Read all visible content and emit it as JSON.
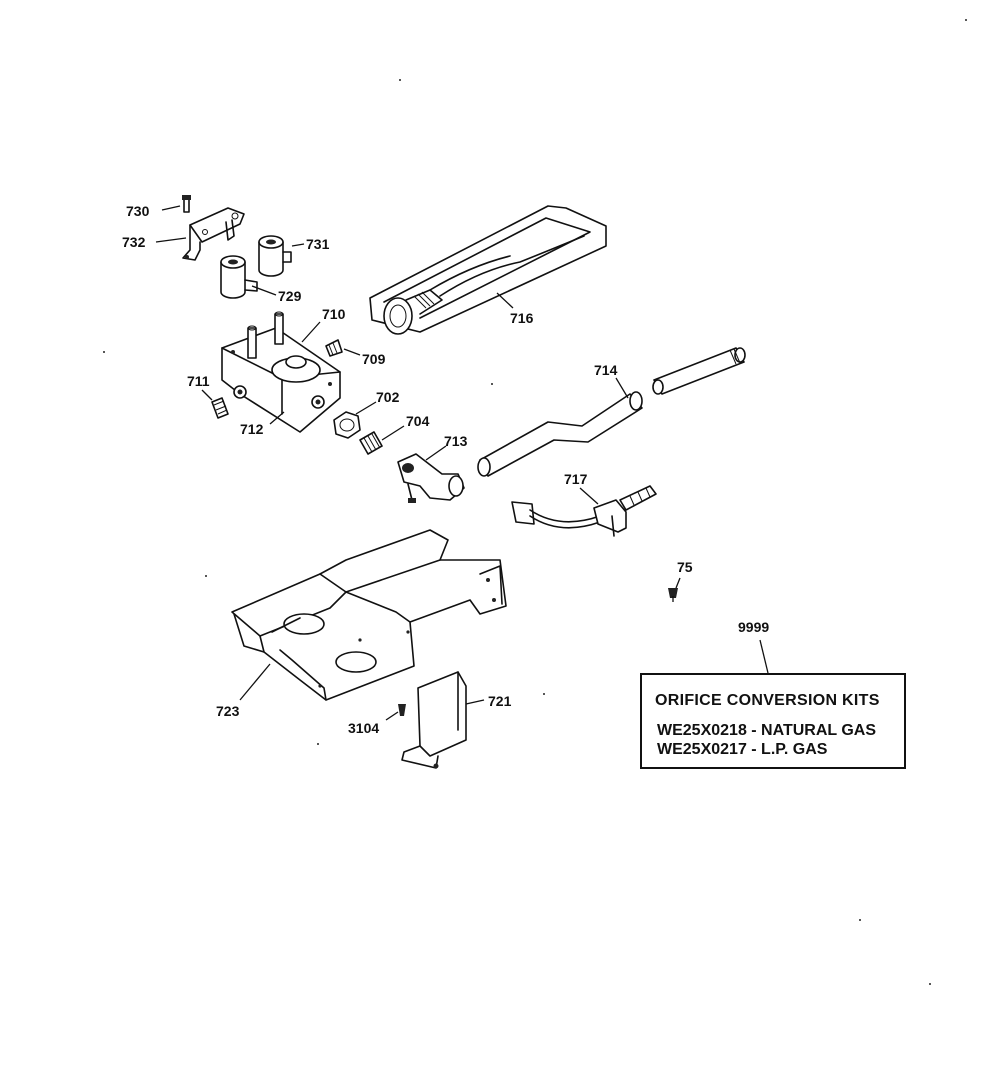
{
  "labels": {
    "p730": "730",
    "p732": "732",
    "p731": "731",
    "p729": "729",
    "p716": "716",
    "p710": "710",
    "p709": "709",
    "p711": "711",
    "p712": "712",
    "p702": "702",
    "p704": "704",
    "p713": "713",
    "p714": "714",
    "p717": "717",
    "p75": "75",
    "p9999": "9999",
    "p723": "723",
    "p721": "721",
    "p3104": "3104"
  },
  "kit": {
    "title": "ORIFICE CONVERSION KITS",
    "line1": "WE25X0218 - NATURAL GAS",
    "line2": "WE25X0217 - L.P. GAS"
  }
}
